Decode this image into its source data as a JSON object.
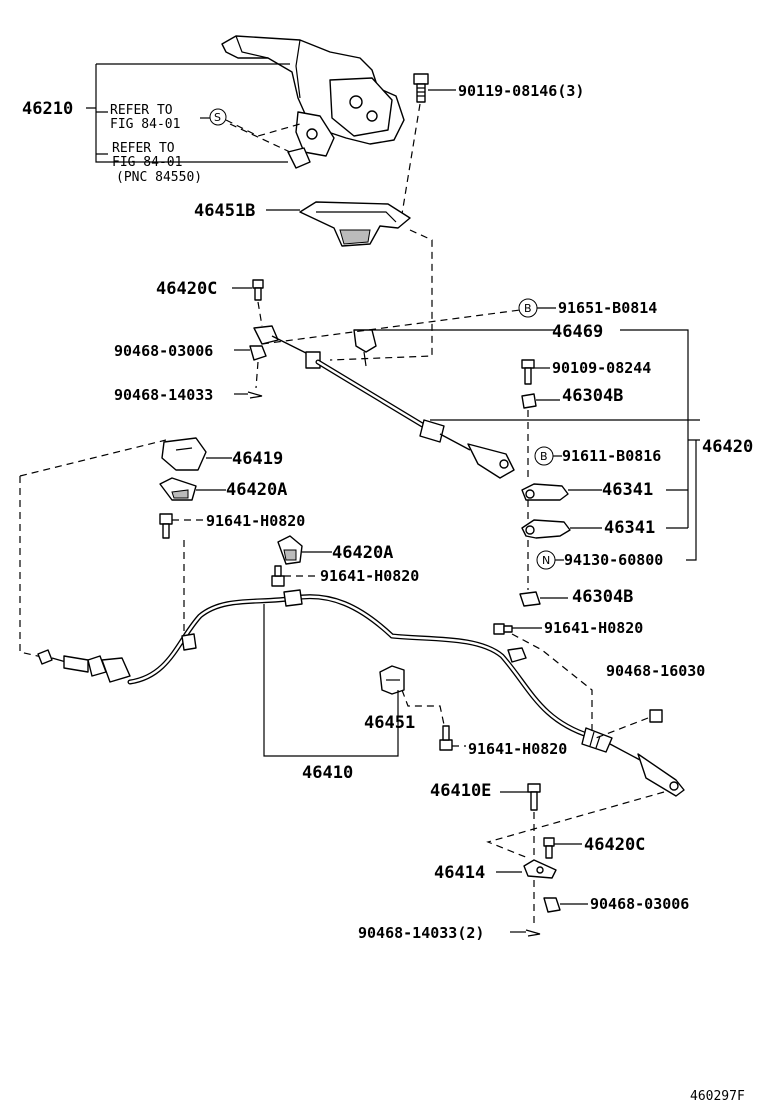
{
  "labels": {
    "p46210": "46210",
    "refer1_line1": "REFER TO",
    "refer1_line2": "FIG 84-01",
    "refer2_line1": "REFER TO",
    "refer2_line2": "FIG 84-01",
    "refer2_pnc": "(PNC 84550)",
    "circle_s": "S",
    "p90119": "90119-08146(3)",
    "p46451B": "46451B",
    "p46420C_top": "46420C",
    "circle_b1": "B",
    "p91651": "91651-B0814",
    "p46469": "46469",
    "p90468_03006_top": "90468-03006",
    "p90109": "90109-08244",
    "p90468_14033_top": "90468-14033",
    "p46304B_top": "46304B",
    "p46420": "46420",
    "p46419": "46419",
    "circle_b2": "B",
    "p91611": "91611-B0816",
    "p46420A_1": "46420A",
    "p46341_1": "46341",
    "p91641_1": "91641-H0820",
    "p46341_2": "46341",
    "p46420A_2": "46420A",
    "circle_n": "N",
    "p94130": "94130-60800",
    "p91641_2": "91641-H0820",
    "p46304B_bot": "46304B",
    "p91641_3": "91641-H0820",
    "p90468_16030": "90468-16030",
    "p46451": "46451",
    "p91641_4": "91641-H0820",
    "p46410": "46410",
    "p46410E": "46410E",
    "p46420C_bot": "46420C",
    "p46414": "46414",
    "p90468_03006_bot": "90468-03006",
    "p90468_14033_bot": "90468-14033(2)",
    "figure_id": "460297F"
  }
}
